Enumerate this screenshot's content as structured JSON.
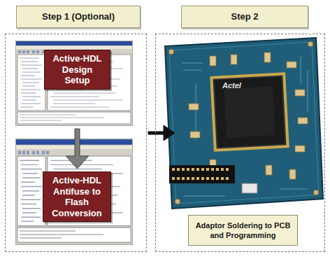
{
  "diagram": {
    "nodes": [
      {
        "text": [
          "Step 1 (Optional)"
        ]
      },
      {
        "text": [
          "Active-HDL Design Setup"
        ],
        "in": 0
      },
      {
        "text": [
          "Active-HDL Antifuse to Flash Conversion"
        ],
        "in": 0
      },
      {
        "text": [
          "Step 2"
        ]
      },
      {
        "text": [
          "Adaptor Soldering to PCB and Programming"
        ],
        "in": 3
      }
    ],
    "edges": [
      {
        "from": 1,
        "to": 2,
        "arrow": "to"
      },
      {
        "from": 0,
        "to": 3,
        "arrow": "to"
      }
    ],
    "labels": [
      "Actel"
    ]
  }
}
